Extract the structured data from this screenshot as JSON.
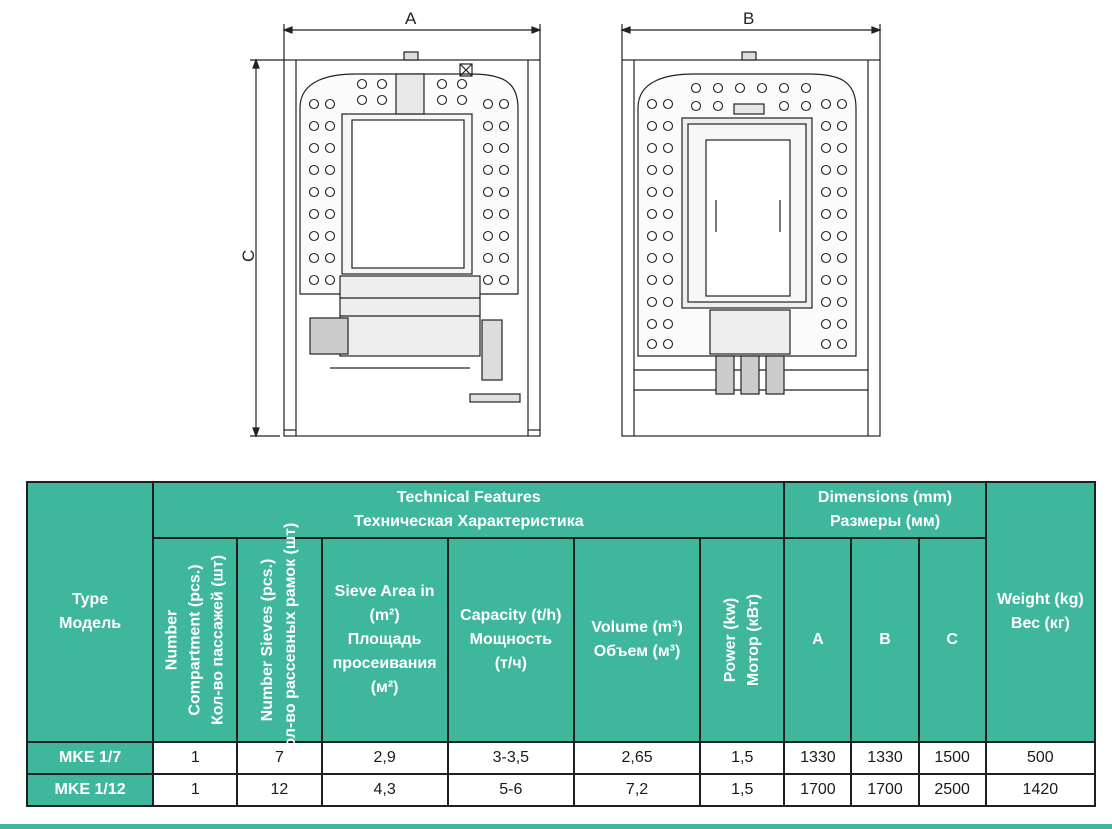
{
  "drawing": {
    "labels": {
      "a": "A",
      "b": "B",
      "c": "C"
    }
  },
  "table": {
    "type_header": {
      "en": "Type",
      "ru": "Модель"
    },
    "tech_header": {
      "en": "Technical Features",
      "ru": "Техническая Характеристика"
    },
    "dims_header": {
      "en": "Dimensions (mm)",
      "ru": "Размеры (мм)"
    },
    "weight_header": {
      "en": "Weight (kg)",
      "ru": "Вес (кг)"
    },
    "col_compartment": [
      "Number",
      "Compartment (pcs.)",
      "Кол-во пассажей (шт)"
    ],
    "col_sieves": [
      "Number Sieves (pcs.)",
      "Кол-во рассевных рамок (шт)"
    ],
    "col_area": [
      "Sieve Area in",
      "(m²)",
      "Площадь",
      "просеивания",
      "(м²)"
    ],
    "col_capacity": [
      "Capacity (t/h)",
      "Мощность",
      "(т/ч)"
    ],
    "col_volume": [
      "Volume (m³)",
      "Объем (м³)"
    ],
    "col_power": [
      "Power (kw)",
      "Мотор (кВт)"
    ],
    "col_a": "A",
    "col_b": "B",
    "col_c": "C",
    "rows": [
      {
        "model": "MKE 1/7",
        "compartment": "1",
        "sieves": "7",
        "area": "2,9",
        "capacity": "3-3,5",
        "volume": "2,65",
        "power": "1,5",
        "a": "1330",
        "b": "1330",
        "c": "1500",
        "weight": "500"
      },
      {
        "model": "MKE 1/12",
        "compartment": "1",
        "sieves": "12",
        "area": "4,3",
        "capacity": "5-6",
        "volume": "7,2",
        "power": "1,5",
        "a": "1700",
        "b": "1700",
        "c": "2500",
        "weight": "1420"
      }
    ]
  },
  "colors": {
    "accent": "#3fb79c",
    "line": "#1f1f1f"
  }
}
